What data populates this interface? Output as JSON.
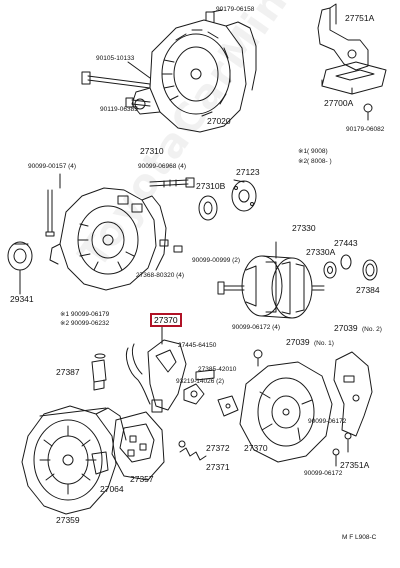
{
  "colors": {
    "line": "#1a1a1a",
    "highlight": "#b01226",
    "paper": "#ffffff"
  },
  "watermark": "ToyotaCarMine.co",
  "highlight_part": "27370",
  "footer_code": "M F   L908-C",
  "notes": {
    "top_right_1": "※1( 9008)",
    "top_right_2": "※2( 8008-       )",
    "left_1": "※1 90099-06179",
    "left_2": "※2 90099-06232"
  },
  "labels": {
    "p90179_06158": "90179-06158",
    "p27751A": "27751A",
    "p90105_10133": "90105-10133",
    "p90119_06385": "90119-06385",
    "p27020": "27020",
    "p27700A": "27700A",
    "p90179_06082": "90179-06082",
    "p27310": "27310",
    "p90099_00157": "90099-00157 (4)",
    "p90099_06968": "90099-06968 (4)",
    "p27123": "27123",
    "p27310B": "27310B",
    "p27330": "27330",
    "p27443": "27443",
    "p27330A": "27330A",
    "p27384": "27384",
    "p29341": "29341",
    "p90099_00999": "90099-00999 (2)",
    "p27368_80320": "27368-80320 (4)",
    "p27445_64150": "27445-64150",
    "p90099_06172a": "90099-06172 (4)",
    "p27039": "27039",
    "p27039_no2": "(No. 2)",
    "p27039_no1": "(No. 1)",
    "p27387": "27387",
    "p93219_14026": "93219-14026 (2)",
    "p27385_42010": "27385-42010",
    "p90099_06172b": "90099-06172",
    "p27372": "27372",
    "p27370": "27370",
    "p27371": "27371",
    "p27351A": "27351A",
    "p90099_06172c": "90099-06172",
    "p27064": "27064",
    "p27357": "27357",
    "p27359": "27359"
  }
}
